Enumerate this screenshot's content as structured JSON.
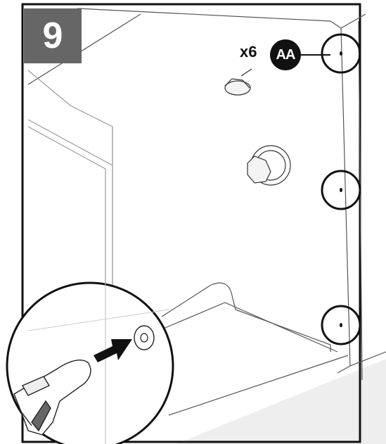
{
  "step": {
    "number": "9"
  },
  "part_callout": {
    "quantity": "x6",
    "part_id": "AA"
  },
  "colors": {
    "badge": "#666666",
    "part_badge": "#111111",
    "line": "#222222",
    "faint_line": "#9a9a9a"
  },
  "icons": [
    "drill-icon",
    "insert-arrow-icon",
    "screw-hole-icon",
    "shower-head-icon",
    "valve-handle-icon"
  ]
}
